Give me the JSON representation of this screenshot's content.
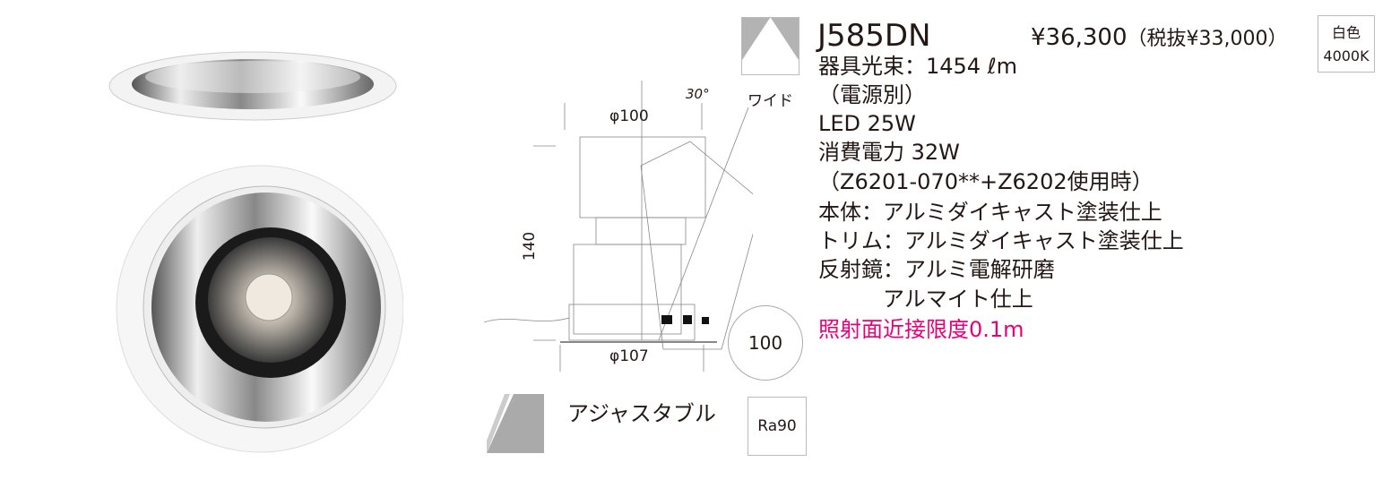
{
  "product": {
    "model": "J585DN",
    "price": "¥36,300",
    "price_excl_tax": "（税抜¥33,000）",
    "color_badge": {
      "line1": "白色",
      "line2": "4000K"
    },
    "specs": [
      "器具光束：1454 ℓm",
      "（電源別）",
      "LED 25W",
      "消費電力 32W",
      "（Z6201-070**+Z6202使用時）",
      "本体：アルミダイキャスト塗装仕上",
      "トリム：アルミダイキャスト塗装仕上",
      "反射鏡：アルミ電解研磨",
      "　　　アルマイト仕上"
    ],
    "warning": "照射面近接限度0.1m",
    "warning_color": "#e4007f"
  },
  "diagram": {
    "top_dim": "φ100",
    "angle": "30°",
    "height_dim": "140",
    "bottom_dim": "φ107",
    "cutout_dim": "100"
  },
  "icons": {
    "beam_label": "ワイド",
    "adjustable_label": "アジャスタブル",
    "ra_label": "Ra90"
  }
}
